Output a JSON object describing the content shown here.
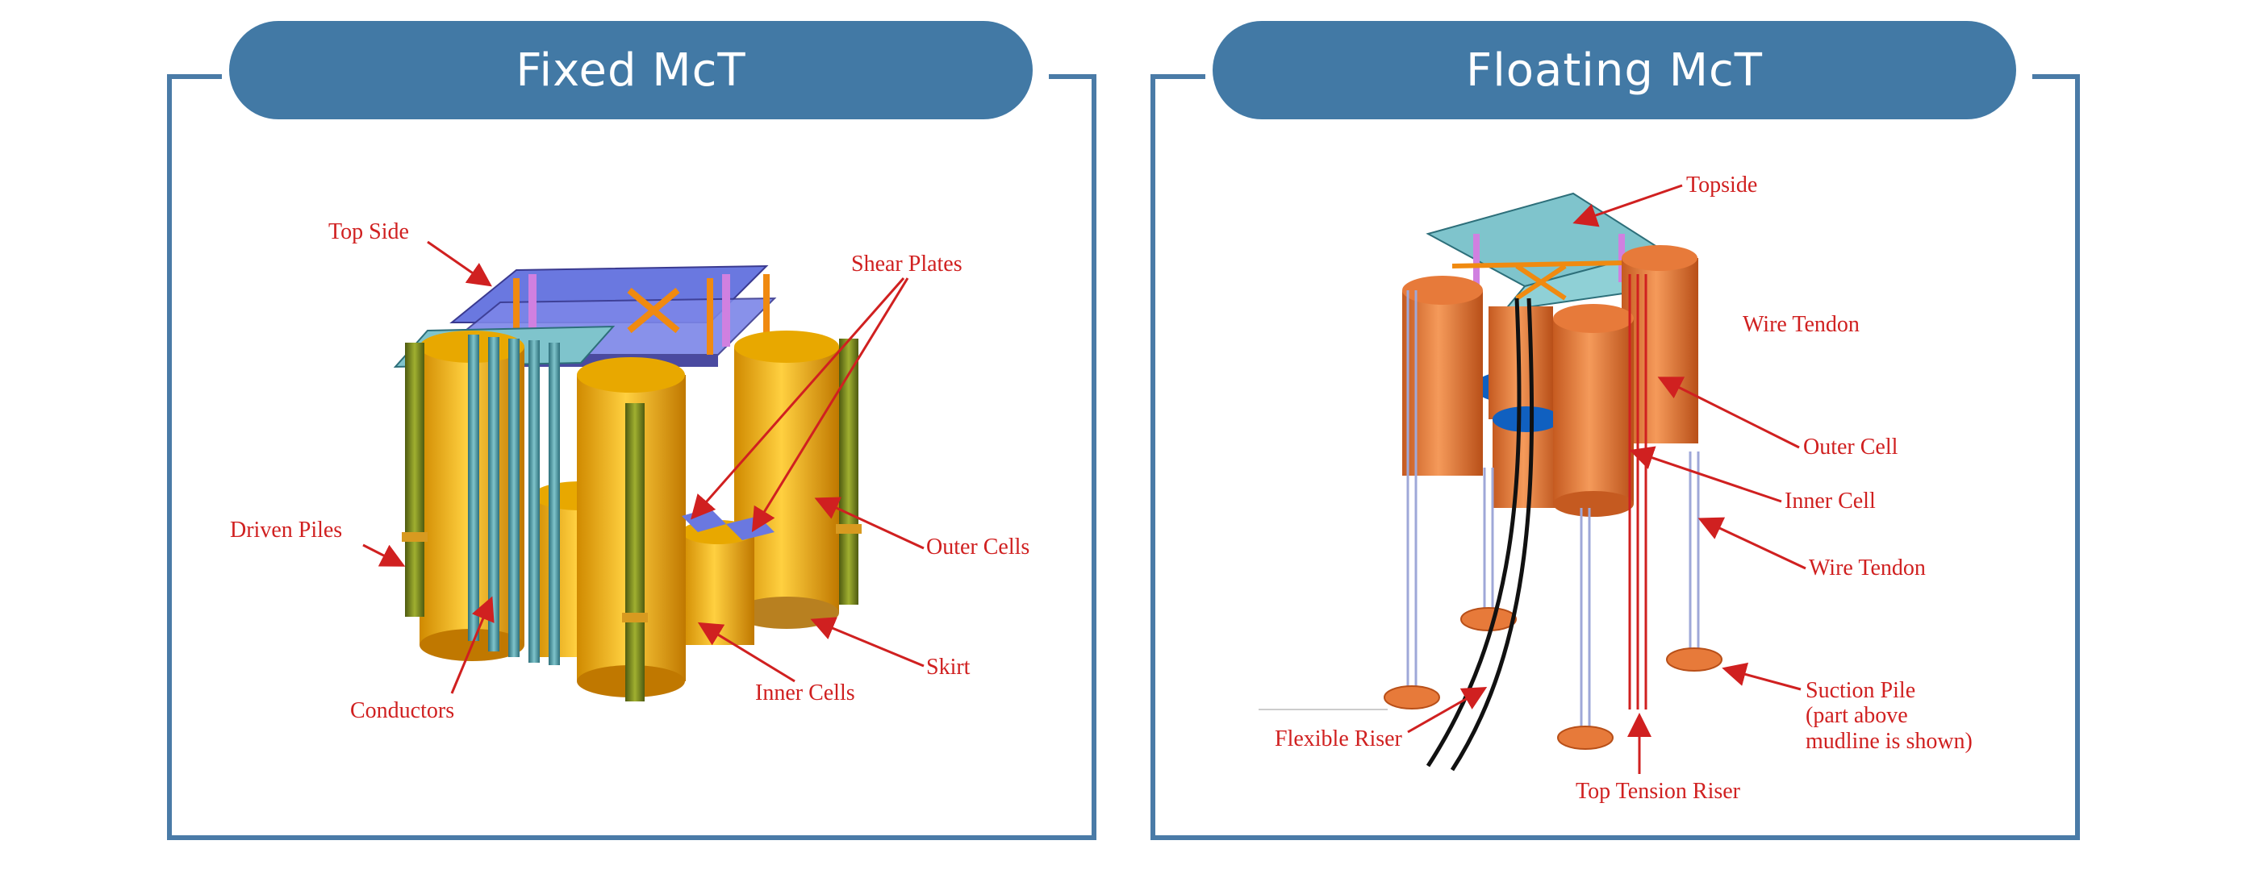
{
  "panels": [
    {
      "title": "Fixed McT",
      "labels": {
        "top_side": "Top Side",
        "shear_plates": "Shear Plates",
        "driven_piles": "Driven Piles",
        "outer_cells": "Outer Cells",
        "skirt": "Skirt",
        "inner_cells": "Inner Cells",
        "conductors": "Conductors"
      }
    },
    {
      "title": "Floating McT",
      "labels": {
        "topside": "Topside",
        "wire_tendon_top": "Wire Tendon",
        "outer_cell": "Outer Cell",
        "inner_cell": "Inner Cell",
        "wire_tendon_bottom": "Wire Tendon",
        "suction_pile_1": "Suction Pile",
        "suction_pile_2": "(part above",
        "suction_pile_3": "mudline is shown)",
        "flexible_riser": "Flexible Riser",
        "top_tension_riser": "Top Tension Riser"
      }
    }
  ],
  "colors": {
    "frame": "#4a7ba7",
    "pill": "#4279a5",
    "label": "#d02020",
    "cell_yellow": "#f0b000",
    "cell_orange": "#e77a3a",
    "deck_blue": "#6a78e0",
    "deck_teal": "#7fc4cc",
    "pile_green": "#7a8a20"
  }
}
